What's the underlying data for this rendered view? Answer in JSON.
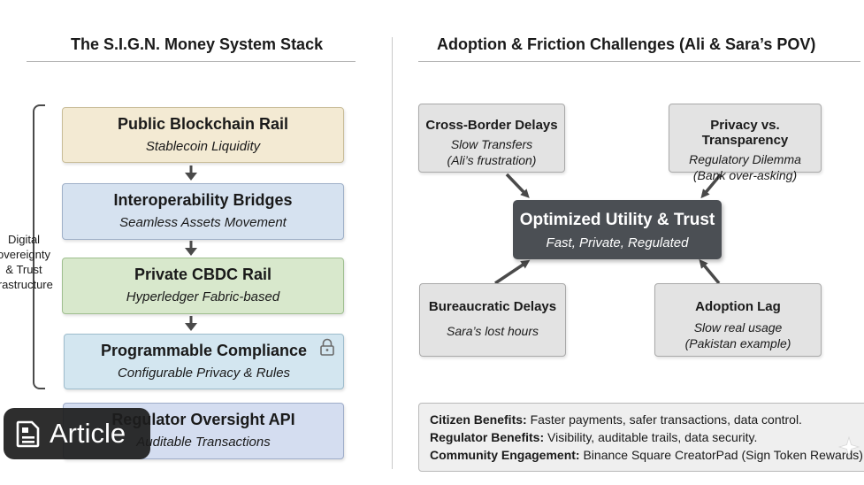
{
  "left": {
    "title": "The S.I.G.N. Money System Stack",
    "layers": [
      {
        "title": "Public Blockchain Rail",
        "subtitle": "Stablecoin Liquidity",
        "color": "#f3ead3"
      },
      {
        "title": "Interoperability Bridges",
        "subtitle": "Seamless Assets Movement",
        "color": "#d6e2f0"
      },
      {
        "title": "Private CBDC Rail",
        "subtitle": "Hyperledger Fabric-based",
        "color": "#d8e8cc"
      },
      {
        "title": "Programmable Compliance",
        "subtitle": "Configurable Privacy & Rules",
        "color": "#d3e6f0"
      },
      {
        "title": "Regulator Oversight API",
        "subtitle": "Auditable Transactions",
        "color": "#d4ddf0"
      }
    ],
    "bracket_label_lines": [
      "Digital",
      "overeignty",
      "& Trust",
      "frastructure"
    ],
    "lock_icon": "lock-icon"
  },
  "right": {
    "title": "Adoption & Friction Challenges (Ali & Sara’s POV)",
    "challenges": [
      {
        "title": "Cross-Border Delays",
        "line1": "Slow Transfers",
        "line2": "(Ali’s frustration)"
      },
      {
        "title": "Privacy vs. Transparency",
        "line1": "Regulatory Dilemma",
        "line2": "(Bank over-asking)"
      },
      {
        "title": "Bureaucratic Delays",
        "line1": "Sara’s lost hours",
        "line2": ""
      },
      {
        "title": "Adoption Lag",
        "line1": "Slow real usage",
        "line2": "(Pakistan example)"
      }
    ],
    "center": {
      "title": "Optimized Utility & Trust",
      "subtitle": "Fast, Private, Regulated"
    },
    "benefits": [
      {
        "label": "Citizen Benefits:",
        "text": " Faster payments, safer transactions, data control."
      },
      {
        "label": "Regulator Benefits:",
        "text": " Visibility, auditable trails, data security."
      },
      {
        "label": "Community Engagement:",
        "text": " Binance Square CreatorPad (Sign Token Rewards)."
      }
    ]
  },
  "overlay": {
    "badge_label": "Article",
    "badge_icon": "article-icon"
  },
  "colors": {
    "arrow": "#4a4a4a",
    "center_box": "#4b4f54",
    "challenge_box": "#e3e3e3"
  }
}
